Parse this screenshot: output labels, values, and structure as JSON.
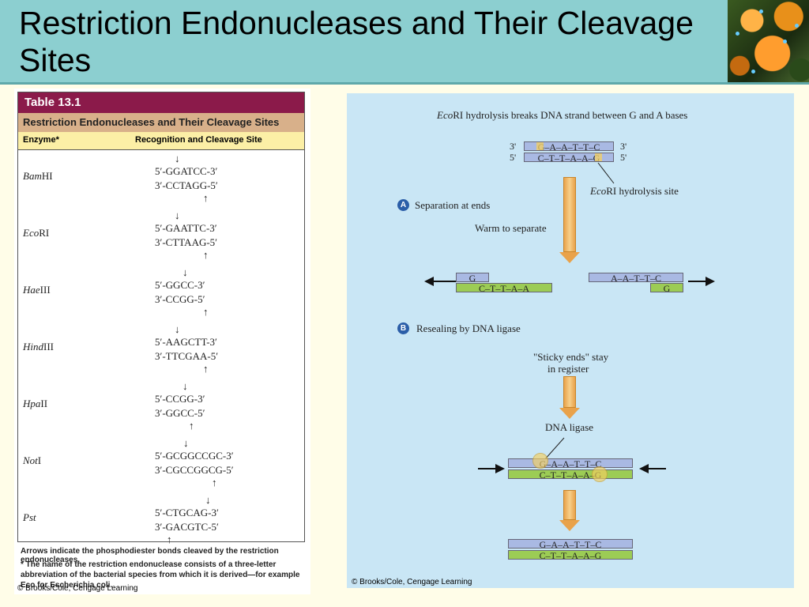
{
  "slide": {
    "title": "Restriction Endonucleases and Their Cleavage Sites"
  },
  "table": {
    "label": "Table 13.1",
    "subtitle": "Restriction Endonucleases and Their Cleavage Sites",
    "col_enzyme": "Enzyme*",
    "col_site": "Recognition and Cleavage Site",
    "rows": [
      {
        "enzyme_italic": "Bam",
        "enzyme_rest": "HI",
        "top": "5′-GGATCC-3′",
        "bottom": "3′-CCTAGG-5′"
      },
      {
        "enzyme_italic": "Eco",
        "enzyme_rest": "RI",
        "top": "5′-GAATTC-3′",
        "bottom": "3′-CTTAAG-5′"
      },
      {
        "enzyme_italic": "Hae",
        "enzyme_rest": "III",
        "top": "5′-GGCC-3′",
        "bottom": "3′-CCGG-5′"
      },
      {
        "enzyme_italic": "Hind",
        "enzyme_rest": "III",
        "top": "5′-AAGCTT-3′",
        "bottom": "3′-TTCGAA-5′"
      },
      {
        "enzyme_italic": "Hpa",
        "enzyme_rest": "II",
        "top": "5′-CCGG-3′",
        "bottom": "3′-GGCC-5′"
      },
      {
        "enzyme_italic": "Not",
        "enzyme_rest": "I",
        "top": "5′-GCGGCCGC-3′",
        "bottom": "3′-CGCCGGCG-5′"
      },
      {
        "enzyme_italic": "Pst",
        "enzyme_rest": "",
        "top": "5′-CTGCAG-3′",
        "bottom": "3′-GACGTC-5′"
      }
    ],
    "arrow_down": "↓",
    "arrow_up": "↑",
    "note1": "Arrows indicate the phosphodiester bonds cleaved by the restriction endonucleases.",
    "note2": "* The name of the restriction endonuclease consists of a three-letter abbreviation of the bacterial species from which it is derived—for example Eco for Escherichia coli.",
    "credit": "© Brooks/Cole, Cengage Learning"
  },
  "diagram": {
    "caption_italic": "Eco",
    "caption_rest": "RI hydrolysis breaks DNA strand between G and A bases",
    "top_strand": "G–A–A–T–T–C",
    "bottom_strand": "C–T–T–A–A–G",
    "end3": "3'",
    "end5": "5'",
    "site_label_italic": "Eco",
    "site_label_rest": "RI hydrolysis site",
    "step_a_badge": "A",
    "step_a_label": "Separation at ends",
    "warm_label": "Warm to separate",
    "left_top": "G",
    "left_bottom": "C–T–T–A–A",
    "right_top": "A–A–T–T–C",
    "right_bottom": "G",
    "step_b_badge": "B",
    "step_b_label": "Resealing by DNA ligase",
    "sticky_label_1": "\"Sticky ends\" stay",
    "sticky_label_2": "in register",
    "ligase_label": "DNA ligase",
    "ligase_top": "G–A–A–T–T–C",
    "ligase_bottom": "C–T–T–A–A–G",
    "final_top": "G–A–A–T–T–C",
    "final_bottom": "C–T–T–A–A–G",
    "credit": "© Brooks/Cole, Cengage Learning",
    "colors": {
      "blue_strand": "#a9b9e3",
      "green_strand": "#9ccc55",
      "highlight": "#f5d060"
    }
  }
}
